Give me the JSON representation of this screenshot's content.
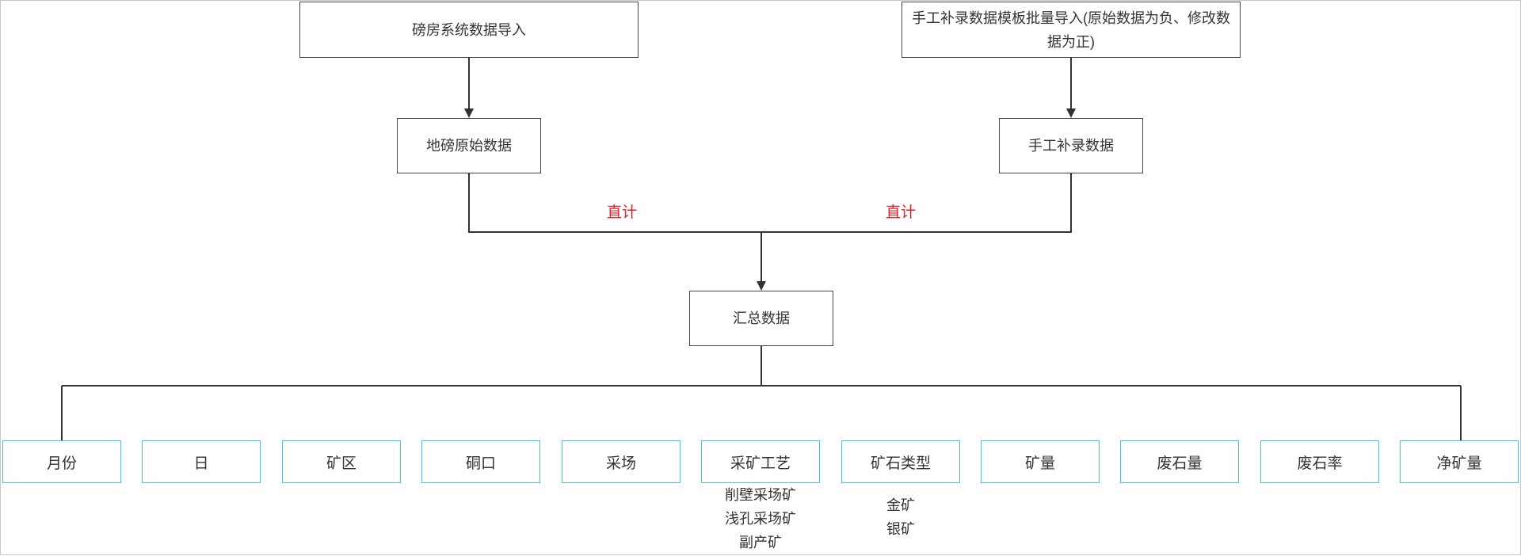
{
  "nodes": {
    "weighbridge_import": "磅房系统数据导入",
    "manual_import": "手工补录数据模板批量导入(原始数据为负、修改数据为正)",
    "weighbridge_raw": "地磅原始数据",
    "manual_data": "手工补录数据",
    "summary": "汇总数据"
  },
  "edge_labels": {
    "left": "直计",
    "right": "直计"
  },
  "fields": [
    "月份",
    "日",
    "矿区",
    "硐口",
    "采场",
    "采矿工艺",
    "矿石类型",
    "矿量",
    "废石量",
    "废石率",
    "净矿量"
  ],
  "mining_process_options": [
    "削壁采场矿",
    "浅孔采场矿",
    "副产矿"
  ],
  "ore_type_options": [
    "金矿",
    "银矿"
  ],
  "colors": {
    "box_border": "#444444",
    "field_border": "#3ec6e6",
    "edge_label": "#e0202a"
  }
}
